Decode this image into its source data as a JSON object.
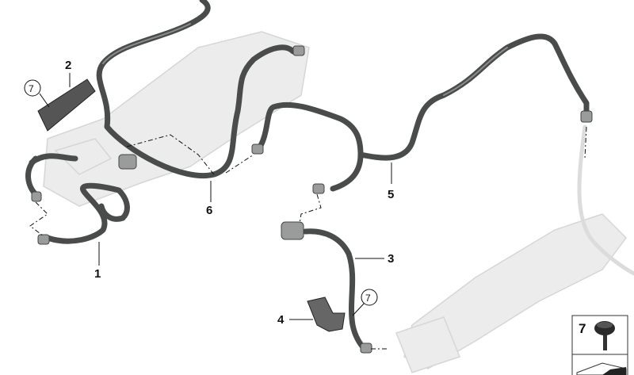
{
  "diagram": {
    "part_labels": [
      "1",
      "2",
      "3",
      "4",
      "5",
      "6"
    ],
    "callout_circled": "7",
    "legend_box": {
      "number": "7",
      "icon": "rubber-grommet-icon"
    }
  }
}
